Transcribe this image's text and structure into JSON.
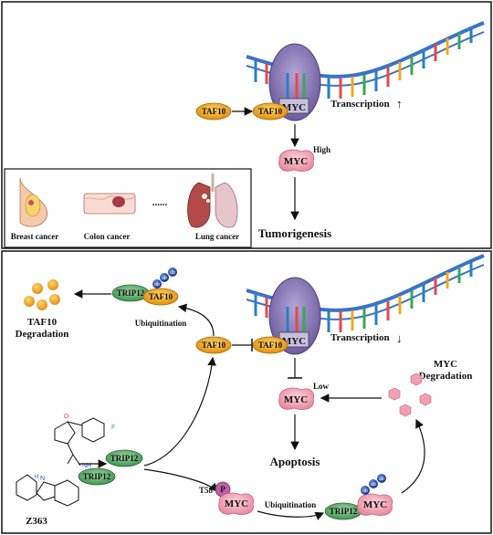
{
  "top_panel": {
    "taf10_free": "TAF10",
    "taf10_bound": "TAF10",
    "myc_complex": "MYC",
    "transcription": "Transcription",
    "transcription_arrow": "↑",
    "myc_high_label": "High",
    "myc_free": "MYC",
    "tumorigenesis": "Tumorigenesis",
    "cancer_box": {
      "breast": "Breast cancer",
      "colon": "Colon cancer",
      "dots": "......",
      "lung": "Lung cancer"
    }
  },
  "bottom_panel": {
    "taf10_degradation_line1": "TAF10",
    "taf10_degradation_line2": "Degradation",
    "trip12_top": "TRIP12",
    "taf10_ub": "TAF10",
    "ub_labels": [
      "ub",
      "ub",
      "ub"
    ],
    "ubiquitination_top": "Ubiquitination",
    "taf10_mid": "TAF10",
    "taf10_bound": "TAF10",
    "myc_complex": "MYC",
    "transcription": "Transcription",
    "transcription_arrow": "↓",
    "myc_low_label": "Low",
    "myc_free": "MYC",
    "myc_degradation_line1": "MYC",
    "myc_degradation_line2": "Degradation",
    "apoptosis": "Apoptosis",
    "trip12_a": "TRIP12",
    "trip12_b": "TRIP12",
    "compound_f": "F",
    "compound_nh": "NH",
    "compound_o": "O",
    "compound_n": "N",
    "compound_h": "H",
    "z363": "Z363",
    "t58": "T58",
    "p": "P",
    "myc_phospho": "MYC",
    "ubiquitination_bottom": "Ubiquitination",
    "trip12_bottom": "TRIP12",
    "myc_ub": "MYC",
    "ub_labels_2": [
      "ub",
      "ub",
      "ub"
    ]
  },
  "colors": {
    "taf10": "#f2a81d",
    "myc": "#f5a9b8",
    "trip12": "#5fb06f",
    "ub": "#2a4fa8",
    "rnapol": "#8c7bb5",
    "degradation_dots": "#f3b23a",
    "degradation_hex": "#f0a0b2"
  }
}
